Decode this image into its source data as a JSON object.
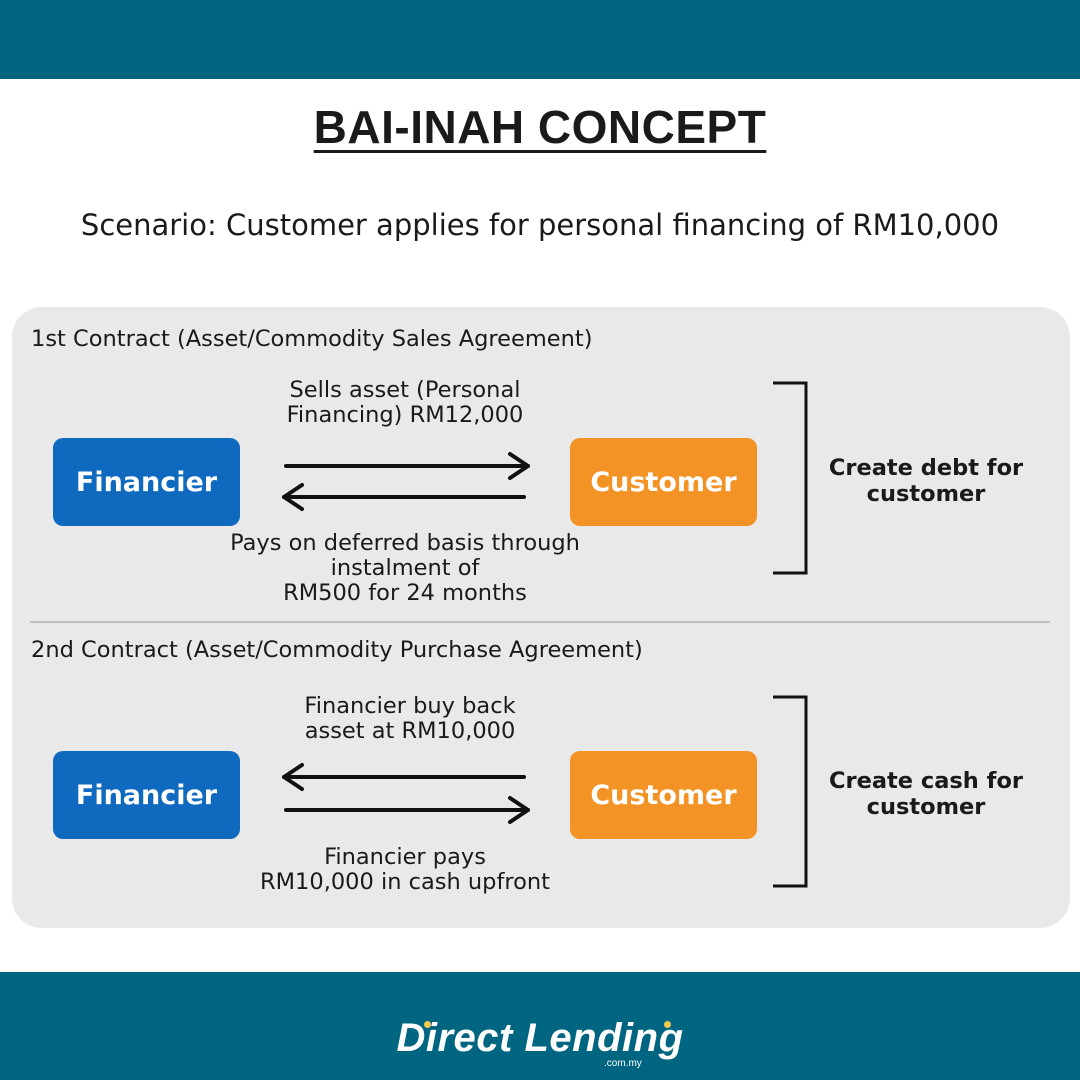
{
  "colors": {
    "band": "#006580",
    "financier": "#0e69bf",
    "customer": "#f39325",
    "panel": "#e9e9e9"
  },
  "title": "BAI-INAH CONCEPT",
  "scenario": "Scenario: Customer applies for personal financing of RM10,000",
  "contract1": {
    "label": "1st Contract (Asset/Commodity Sales Agreement)",
    "financier": "Financier",
    "customer": "Customer",
    "top_caption_line1": "Sells asset (Personal",
    "top_caption_line2": "Financing) RM12,000",
    "bottom_caption_line1": "Pays on deferred basis through",
    "bottom_caption_line2": "instalment of",
    "bottom_caption_line3": "RM500 for 24 months",
    "effect_line1": "Create debt for",
    "effect_line2": "customer"
  },
  "contract2": {
    "label": "2nd Contract (Asset/Commodity Purchase Agreement)",
    "financier": "Financier",
    "customer": "Customer",
    "top_caption_line1": "Financier buy back",
    "top_caption_line2": "asset at RM10,000",
    "bottom_caption_line1": "Financier pays",
    "bottom_caption_line2": "RM10,000 in cash upfront",
    "effect_line1": "Create cash for",
    "effect_line2": "customer"
  },
  "footer": {
    "logo_text": "Direct Lending",
    "logo_sub": ".com.my"
  }
}
